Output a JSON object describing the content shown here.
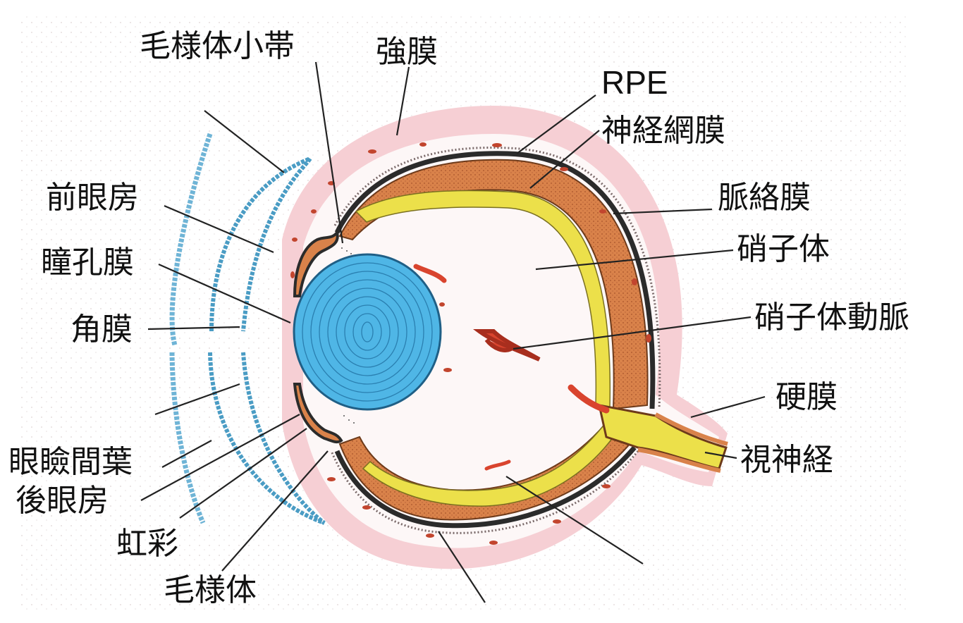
{
  "labels": {
    "ciliary_zonule": "毛様体小帯",
    "sclera_top": "強膜",
    "rpe": "RPE",
    "neural_retina": "神経網膜",
    "choroid": "脈絡膜",
    "vitreous": "硝子体",
    "hyaloid_artery": "硝子体動脈",
    "dura": "硬膜",
    "optic_nerve": "視神経",
    "anterior_chamber": "前眼房",
    "pupillary_membrane": "瞳孔膜",
    "cornea": "角膜",
    "eyelid_mesenchyme": "眼瞼間葉",
    "posterior_chamber": "後眼房",
    "iris": "虹彩",
    "ciliary_body": "毛様体"
  },
  "colors": {
    "background": "#ffffff",
    "sclera_pink": "#f6cfd4",
    "retina_orange": "#d9824a",
    "nerve_fiber_yellow": "#ece04a",
    "lens_blue": "#4fb6e6",
    "eyelid_blue": "#6fb4d6",
    "vessel_red": "#d9442e",
    "rpe_dark": "#333333"
  }
}
